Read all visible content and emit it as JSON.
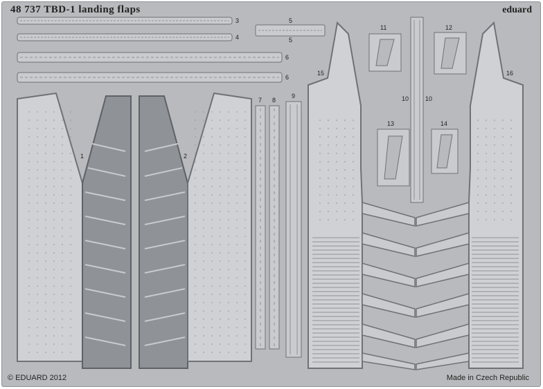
{
  "header": {
    "title": "48 737  TBD-1 landing flaps",
    "brand": "eduard"
  },
  "footer": {
    "copyright": "© EDUARD 2012",
    "origin": "Made in Czech Republic"
  },
  "part_numbers": {
    "p1": "1",
    "p2": "2",
    "p3": "3",
    "p4": "4",
    "p5a": "5",
    "p5b": "5",
    "p6a": "6",
    "p6b": "6",
    "p7": "7",
    "p8": "8",
    "p9": "9",
    "p10a": "10",
    "p10b": "10",
    "p11": "11",
    "p12": "12",
    "p13": "13",
    "p14": "14",
    "p15": "15",
    "p16": "16"
  },
  "colors": {
    "fret": "#b8babd",
    "part_edge": "#6e7175",
    "part_fill": "#c9cbce",
    "dark_fill": "#8f9296"
  }
}
